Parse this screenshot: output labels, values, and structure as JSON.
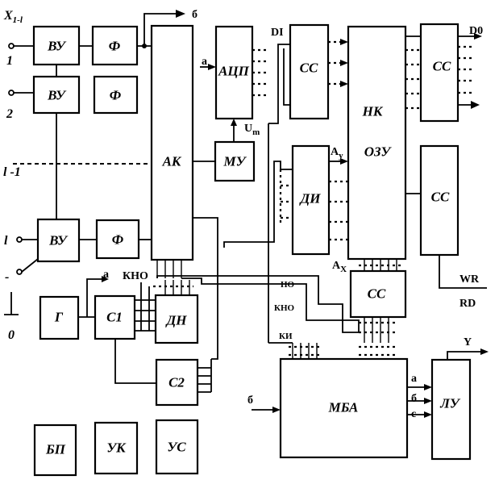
{
  "blocks": {
    "vu1": "ВУ",
    "vu2": "ВУ",
    "vu3": "ВУ",
    "f1": "Ф",
    "f2": "Ф",
    "f3": "Ф",
    "ak": "АК",
    "acp": "АЦП",
    "mu": "МУ",
    "cc1": "СС",
    "di": "ДИ",
    "nk": "НК",
    "ozu": "ОЗУ",
    "cc2": "СС",
    "cc3": "СС",
    "cc4": "СС",
    "g": "Г",
    "c1": "С1",
    "dn": "ДН",
    "c2": "С2",
    "mba": "МБА",
    "lu": "ЛУ",
    "bp": "БП",
    "uk": "УК",
    "us": "УС"
  },
  "labels": {
    "x_main": "X",
    "x_sub": "1-l",
    "in1": "1",
    "in2": "2",
    "in_l1": "l -1",
    "in_l": "l",
    "in_dash": "-",
    "in0": "0",
    "b_top": "б",
    "b_mba": "б",
    "a_acp": "а",
    "a_c1": "а",
    "kno_top": "КНО",
    "di_label": "DI",
    "d0": "D0",
    "um_main": "U",
    "um_sub": "m",
    "ay_main": "A",
    "ay_sub": "y",
    "ax_main": "A",
    "ax_sub": "X",
    "wr": "WR",
    "rd": "RD",
    "no": "НО",
    "kno_mid": "КНО",
    "ki": "КИ",
    "y": "Y",
    "a_lu": "а",
    "b_lu": "б",
    "c_lu": "с"
  }
}
